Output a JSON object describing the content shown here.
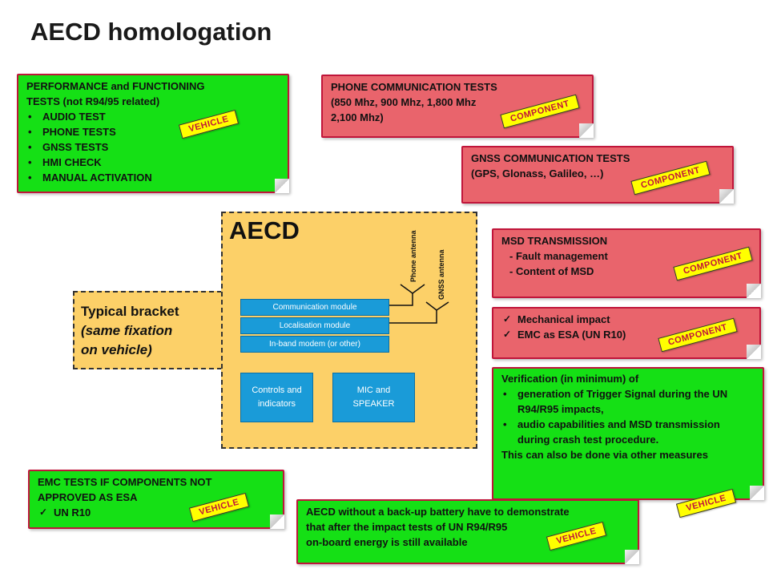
{
  "title": "AECD homologation",
  "colors": {
    "green_note": "#15e015",
    "red_note": "#e9646c",
    "border": "#c0153a",
    "tag": "#ffff00",
    "aecd": "#fcd068",
    "module": "#1a9bd8"
  },
  "notes": {
    "performance": {
      "line1": "PERFORMANCE and FUNCTIONING",
      "line2": "TESTS (not R94/95 related)",
      "items": [
        "AUDIO TEST",
        "PHONE TESTS",
        "GNSS TESTS",
        "HMI CHECK",
        "MANUAL ACTIVATION"
      ],
      "tag": "VEHICLE"
    },
    "phone": {
      "line1": "PHONE COMMUNICATION TESTS",
      "line2": "(850 Mhz, 900 Mhz, 1,800 Mhz",
      "line3": "2,100 Mhz)",
      "tag": "COMPONENT"
    },
    "gnss": {
      "line1": "GNSS COMMUNICATION TESTS",
      "line2": "(GPS, Glonass, Galileo, …)",
      "tag": "COMPONENT"
    },
    "msd": {
      "line1": "MSD TRANSMISSION",
      "line2": "- Fault management",
      "line3": "- Content of MSD",
      "tag": "COMPONENT"
    },
    "mech": {
      "items": [
        "Mechanical impact",
        "EMC as ESA (UN R10)"
      ],
      "tag": "COMPONENT"
    },
    "verification": {
      "line1": "Verification (in minimum) of",
      "items": [
        "generation of Trigger Signal during the UN R94/R95 impacts,",
        "audio capabilities and MSD transmission during crash test procedure."
      ],
      "line_last": "This can also be done via other measures",
      "tag": "VEHICLE"
    },
    "emc": {
      "line1": "EMC TESTS IF COMPONENTS NOT",
      "line2": "APPROVED AS ESA",
      "items": [
        "UN R10"
      ],
      "tag": "VEHICLE"
    },
    "battery": {
      "line1": "AECD without a back-up battery have to demonstrate",
      "line2": "that after the impact tests of UN R94/R95",
      "line3": "on-board energy is still available",
      "tag": "VEHICLE"
    }
  },
  "aecd": {
    "label": "AECD",
    "modules": [
      "Communication module",
      "Localisation module",
      "In-band modem (or other)"
    ],
    "controls": "Controls and indicators",
    "mic": "MIC and SPEAKER",
    "phone_antenna": "Phone antenna",
    "gnss_antenna": "GNSS antenna"
  },
  "bracket": {
    "line1": "Typical bracket",
    "line2": "(same fixation",
    "line3": "on vehicle)"
  }
}
